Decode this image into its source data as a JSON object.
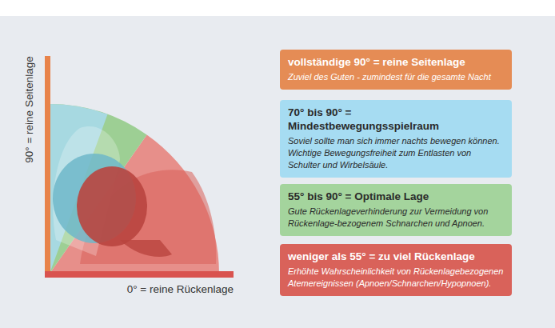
{
  "diagram": {
    "nodes": [
      {
        "text": [
          "vollständige 90° = reine Seitenlage",
          "Zuviel des Guten - zumindest für die gesamte Nacht"
        ]
      },
      {
        "text": [
          "70° bis 90° = Mindestbewegungsspielraum",
          "Soviel sollte man sich immer nachts bewegen können. Wichtige Bewegungsfreiheit zum Entlasten von Schulter und Wirbelsäule."
        ]
      },
      {
        "text": [
          "55° bis 90° = Optimale Lage",
          "Gute Rückenlageverhinderung zur Vermeidung von Rückenlage-bezogenem Schnarchen und Apnoen."
        ]
      },
      {
        "text": [
          "weniger als 55° = zu viel Rückenlage",
          "Erhöhte Wahrscheinlichkeit von Rückenlagebezogenen Atemereignissen (Apnoen/Schnarchen/Hypopnoen)."
        ]
      }
    ],
    "labels": [
      "90° = reine Seitenlage",
      "0° = reine Rückenlage"
    ]
  }
}
